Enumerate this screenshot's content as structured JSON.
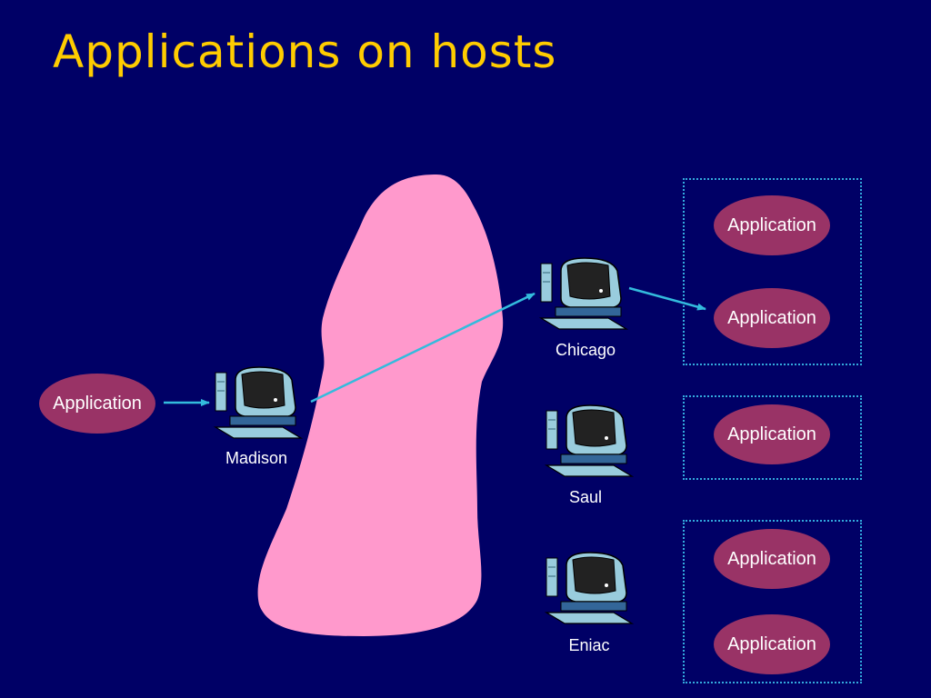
{
  "title": "Applications on hosts",
  "colors": {
    "background": "#000066",
    "title": "#ffcc00",
    "cloud": "#ff99cc",
    "oval": "#993366",
    "arrow": "#33bbdd",
    "box_border": "#33aadd"
  },
  "hosts": {
    "madison": "Madison",
    "chicago": "Chicago",
    "saul": "Saul",
    "eniac": "Eniac"
  },
  "applications": {
    "madison": "Application",
    "chicago_1": "Application",
    "chicago_2": "Application",
    "saul_1": "Application",
    "eniac_1": "Application",
    "eniac_2": "Application"
  },
  "icons": {
    "network": "network-cloud-icon",
    "computer": "computer-icon"
  }
}
